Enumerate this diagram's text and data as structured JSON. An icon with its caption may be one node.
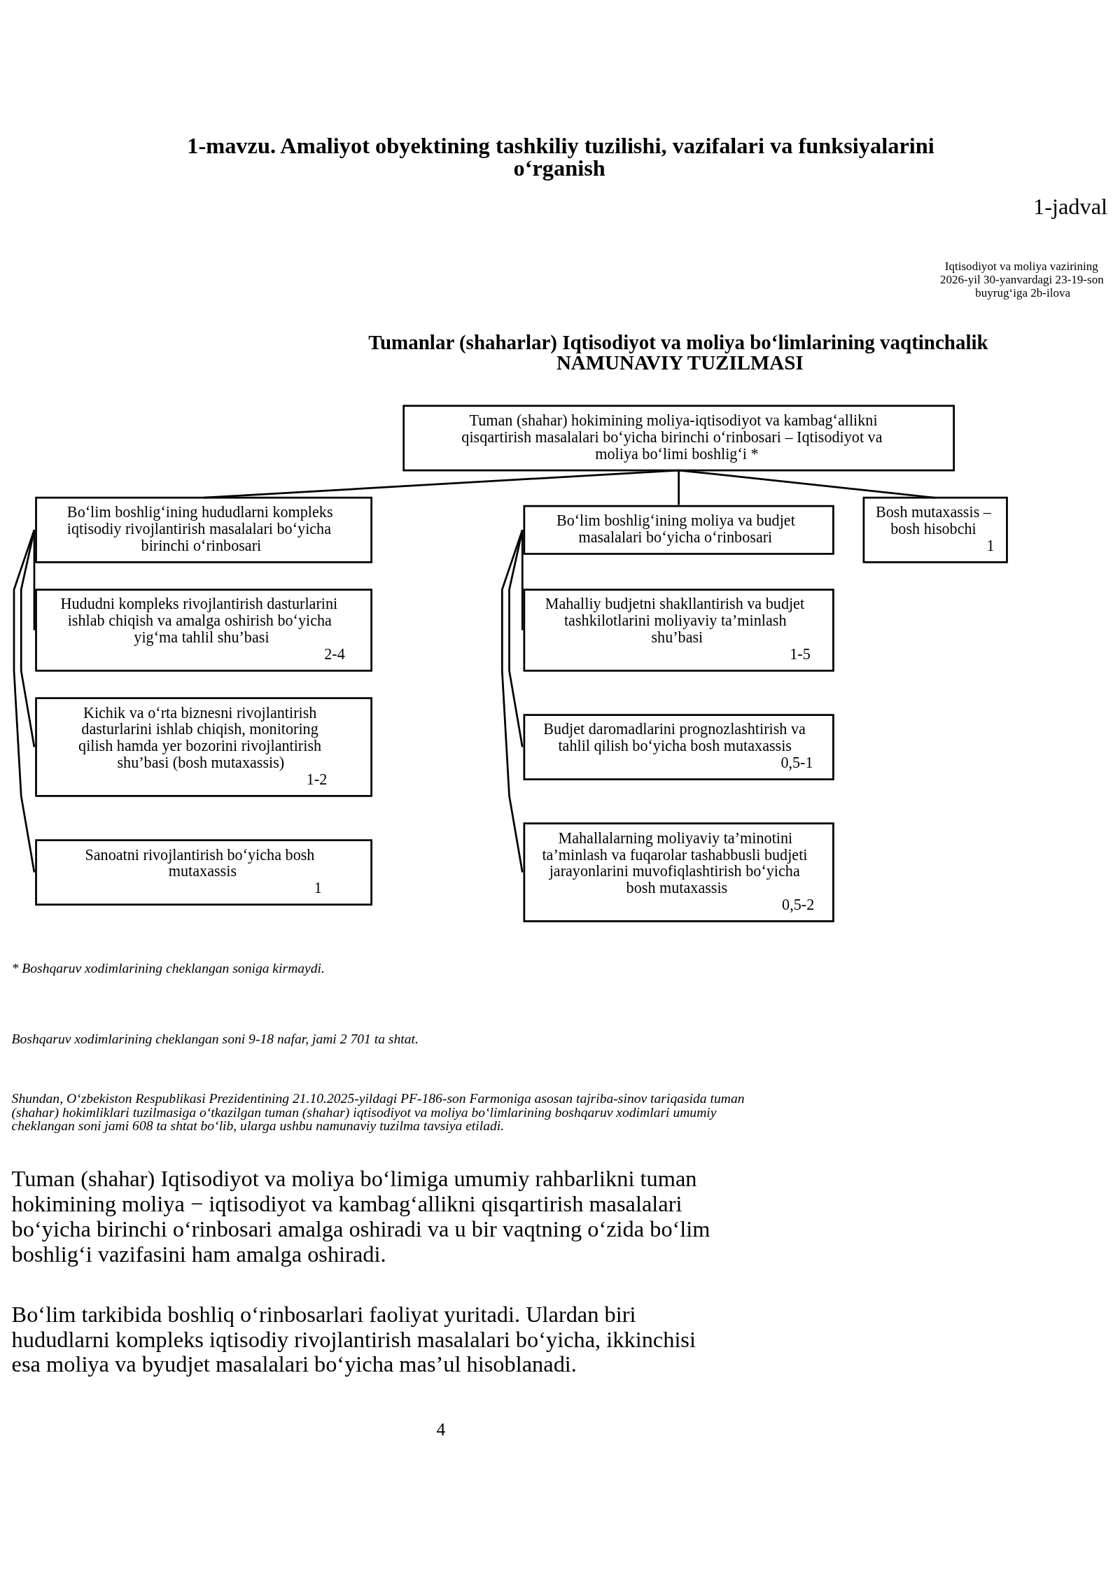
{
  "diagram": {
    "title": "1-mavzu. Amaliyot obyektining tashkiliy tuzilishi, vazifalari va funksiyalarini o‘rganish",
    "nodes": [
      {
        "text": [
          "Tuman (shahar) hokimining moliya-iqtisodiyot va kambag‘allikni qisqartirish masalalari bo‘yicha birinchi o‘rinbosari – Iqtisodiyot va moliya bo‘limi boshlig‘i *"
        ]
      },
      {
        "text": [
          "Bo‘lim boshlig‘ining hududlarni kompleks iqtisodiy rivojlantirish masalalari bo‘yicha birinchi o‘rinbosari"
        ]
      },
      {
        "text": [
          "Bo‘lim boshlig‘ining moliya va budjet masalalari bo‘yicha o‘rinbosari"
        ]
      },
      {
        "text": [
          "Bosh mutaxassis – bosh hisobchi",
          "1"
        ]
      },
      {
        "text": [
          "Hududni kompleks rivojlantirish dasturlarini ishlab chiqish va amalga oshirish bo‘yicha yig‘ma tahlil shu’basi",
          "2-4"
        ]
      },
      {
        "text": [
          "Mahalliy budjetni shakllantirish va budjet tashkilotlarini moliyaviy ta’minlash shu’basi",
          "1-5"
        ]
      },
      {
        "text": [
          "Kichik va o‘rta biznesni rivojlantirish dasturlarini ishlab chiqish, monitoring qilish hamda yer bozorini rivojlantirish shu’basi (bosh mutaxassis)",
          "1-2"
        ]
      },
      {
        "text": [
          "Budjet daromadlarini prognozlashtirish va tahlil qilish bo‘yicha bosh mutaxassis",
          "0,5-1"
        ]
      },
      {
        "text": [
          "Sanoatni rivojlantirish bo‘yicha bosh mutaxassis",
          "1"
        ]
      },
      {
        "text": [
          "Mahallalarning moliyaviy ta’minotini ta’minlash va fuqarolar tashabbusli budjeti jarayonlarini muvofiqlashtirish bo‘yicha bosh mutaxassis",
          "0,5-2"
        ]
      }
    ],
    "edges": [
      {
        "from": 0,
        "to": 1,
        "arrow": "none"
      },
      {
        "from": 0,
        "to": 2,
        "arrow": "none"
      },
      {
        "from": 0,
        "to": 3,
        "arrow": "none"
      },
      {
        "from": 1,
        "to": 4,
        "arrow": "none"
      },
      {
        "from": 1,
        "to": 6,
        "arrow": "none"
      },
      {
        "from": 1,
        "to": 8,
        "arrow": "none"
      },
      {
        "from": 2,
        "to": 5,
        "arrow": "none"
      },
      {
        "from": 2,
        "to": 7,
        "arrow": "none"
      },
      {
        "from": 2,
        "to": 9,
        "arrow": "none"
      }
    ],
    "labels": [
      "1-jadval",
      "Iqtisodiyot va moliya vazirining 2026-yil 30-yanvardagi 23-19-son buyrug‘iga 2b-ilova",
      "Tumanlar (shaharlar) Iqtisodiyot va moliya bo‘limlarining vaqtinchalik NAMUNAVIY TUZILMASI",
      "* Boshqaruv xodimlarining cheklangan soniga kirmaydi.",
      "Boshqaruv xodimlarining cheklangan soni 9-18 nafar, jami 2 701 ta shtat.",
      "Shundan, O‘zbekiston Respublikasi Prezidentining 21.10.2025-yildagi PF-186-son Farmoniga asosan tajriba-sinov tariqasida tuman (shahar) hokimliklari tuzilmasiga o‘tkazilgan tuman (shahar) iqtisodiyot va moliya bo‘limlarining boshqaruv xodimlari umumiy cheklangan soni jami 608 ta shtat bo‘lib, ularga ushbu namunaviy tuzilma tavsiya etiladi.",
      "Tuman (shahar) Iqtisodiyot va moliya bo‘limiga umumiy rahbarlikni tuman hokimining moliya − iqtisodiyot va kambag‘allikni qisqartirish masalalari bo‘yicha birinchi o‘rinbosari amalga oshiradi va u bir vaqtning o‘zida bo‘lim boshlig‘i vazifasini ham amalga oshiradi.",
      "Bo‘lim tarkibida boshliq o‘rinbosarlari faoliyat yuritadi. Ulardan biri hududlarni kompleks iqtisodiy rivojlantirish masalalari bo‘yicha, ikkinchisi esa moliya va byudjet masalalari bo‘yicha mas’ul hisoblanadi.",
      "4"
    ]
  }
}
